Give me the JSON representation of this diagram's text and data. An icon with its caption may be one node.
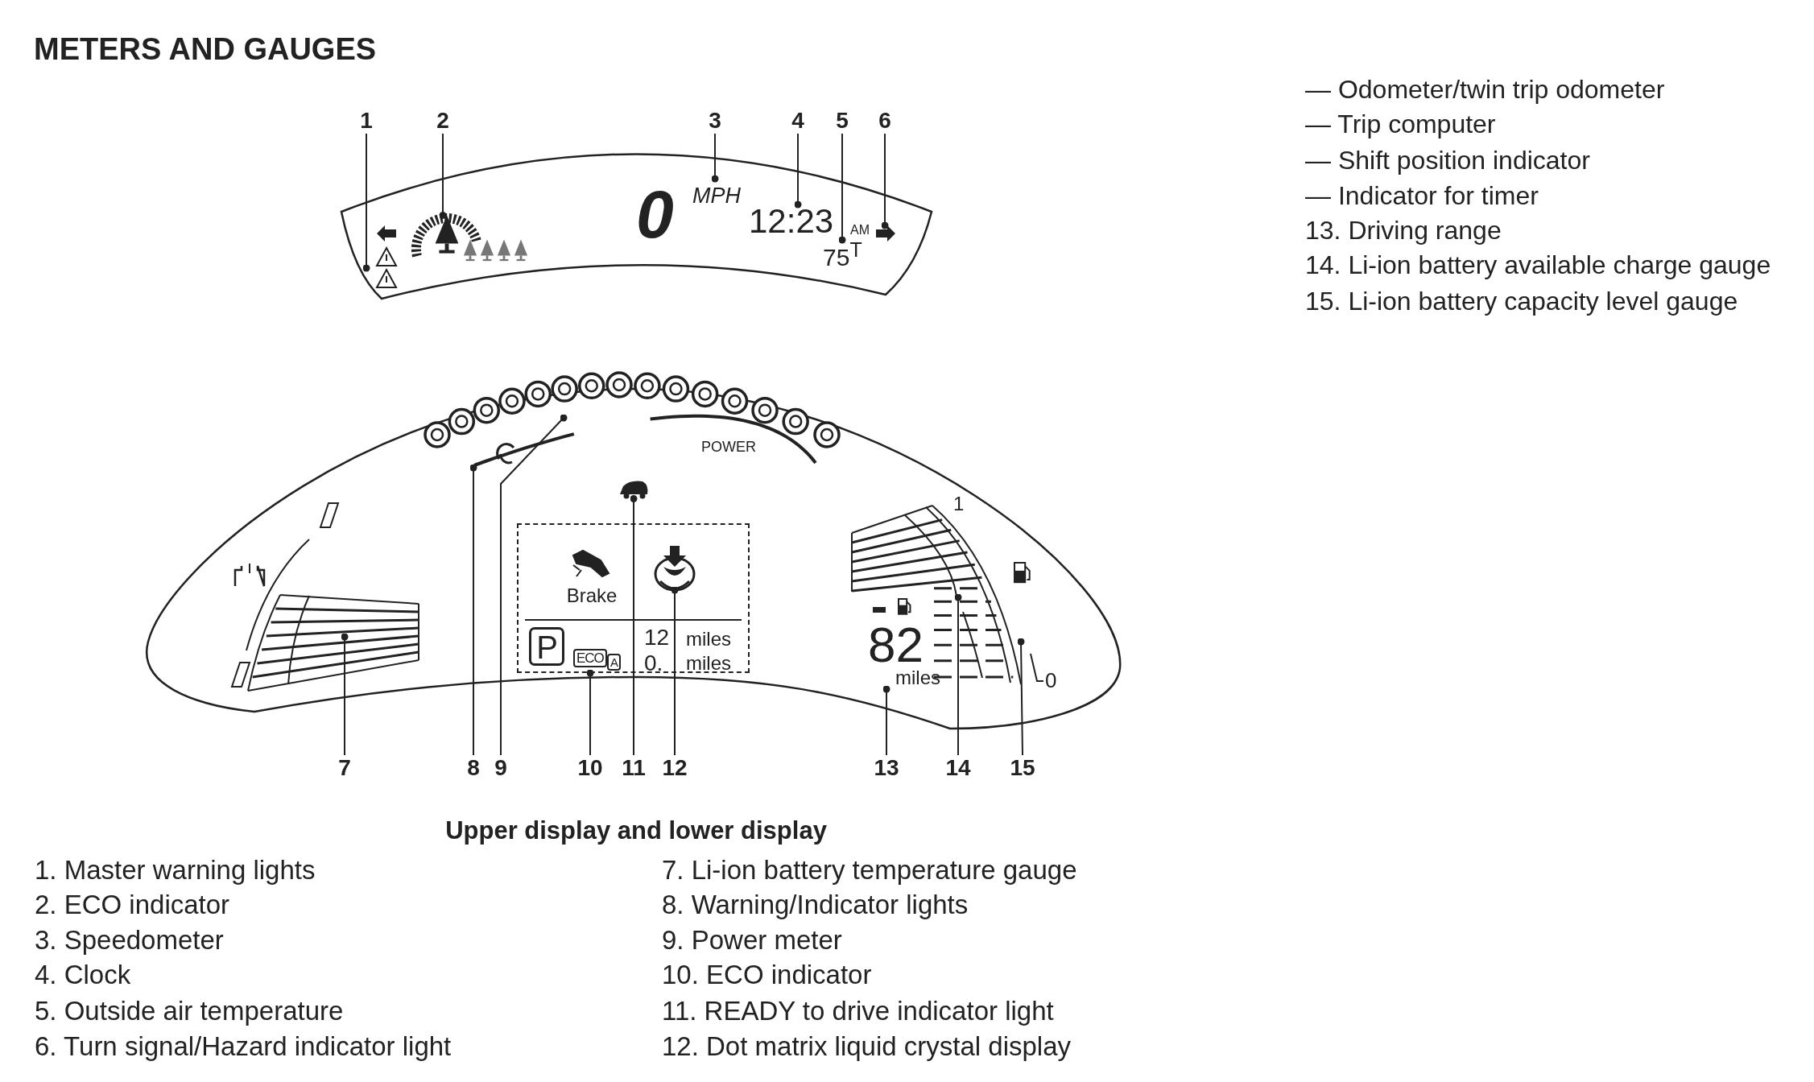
{
  "diagram": {
    "title": "METERS AND GAUGES",
    "caption": "Upper display and lower display",
    "nodes": [
      {
        "text": [
          "1"
        ]
      },
      {
        "text": [
          "2"
        ]
      },
      {
        "text": [
          "3"
        ]
      },
      {
        "text": [
          "4"
        ]
      },
      {
        "text": [
          "5"
        ]
      },
      {
        "text": [
          "6"
        ]
      },
      {
        "text": [
          "7"
        ]
      },
      {
        "text": [
          "8"
        ]
      },
      {
        "text": [
          "9"
        ]
      },
      {
        "text": [
          "10"
        ]
      },
      {
        "text": [
          "11"
        ]
      },
      {
        "text": [
          "12"
        ]
      },
      {
        "text": [
          "13"
        ]
      },
      {
        "text": [
          "14"
        ]
      },
      {
        "text": [
          "15"
        ]
      },
      {
        "text": [],
        "shape": "picture"
      },
      {
        "text": [
          "0",
          "MPH"
        ]
      },
      {
        "text": [
          "12:23",
          "AM"
        ]
      },
      {
        "text": [
          "75$^{T}$"
        ]
      },
      {
        "text": [],
        "shape": "picture"
      },
      {
        "text": [
          "Brake",
          "P",
          "ECO",
          "A",
          "12",
          "miles",
          "0.",
          "miles"
        ]
      },
      {
        "text": [],
        "shape": "picture"
      },
      {
        "text": [],
        "shape": "picture",
        "in": 20
      },
      {
        "text": [
          "82",
          "miles"
        ]
      },
      {
        "text": [],
        "shape": "picture"
      },
      {
        "text": [],
        "shape": "picture"
      }
    ],
    "edges": [
      {
        "from": 0,
        "to": null,
        "arrow": "other"
      },
      {
        "from": 1,
        "to": 15,
        "arrow": "other"
      },
      {
        "from": 2,
        "to": 16,
        "arrow": "other"
      },
      {
        "from": 3,
        "to": 17,
        "arrow": "other"
      },
      {
        "from": 4,
        "to": 18,
        "arrow": "other"
      },
      {
        "from": 5,
        "to": 19,
        "arrow": "other"
      },
      {
        "from": 6,
        "to": null,
        "arrow": "other"
      },
      {
        "from": 7,
        "to": null,
        "arrow": "other"
      },
      {
        "from": 8,
        "to": null,
        "arrow": "other"
      },
      {
        "from": 9,
        "to": 20,
        "arrow": "other"
      },
      {
        "from": 10,
        "to": 21,
        "arrow": "other"
      },
      {
        "from": 11,
        "to": 22,
        "arrow": "other"
      },
      {
        "from": 12,
        "to": 23,
        "arrow": "other"
      },
      {
        "from": 13,
        "to": 24,
        "arrow": "other"
      },
      {
        "from": 14,
        "to": 25,
        "arrow": "other"
      }
    ],
    "labels": [
      "— Odometer/twin trip odometer",
      "— Trip computer",
      "— Shift position indicator",
      "— Indicator for timer",
      "13.  Driving range",
      "14.  Li-ion battery available charge gauge",
      "15.  Li-ion battery capacity level gauge",
      "POWER",
      "1",
      "0",
      "1.  Master warning lights",
      "2.  ECO indicator",
      "3.  Speedometer",
      "4.  Clock",
      "5.  Outside air temperature",
      "6.  Turn signal/Hazard indicator light",
      "7.  Li-ion battery temperature gauge",
      "8.  Warning/Indicator lights",
      "9.  Power meter",
      "10.  ECO indicator",
      "11.  READY to drive indicator light",
      "12.  Dot matrix liquid crystal display"
    ]
  }
}
